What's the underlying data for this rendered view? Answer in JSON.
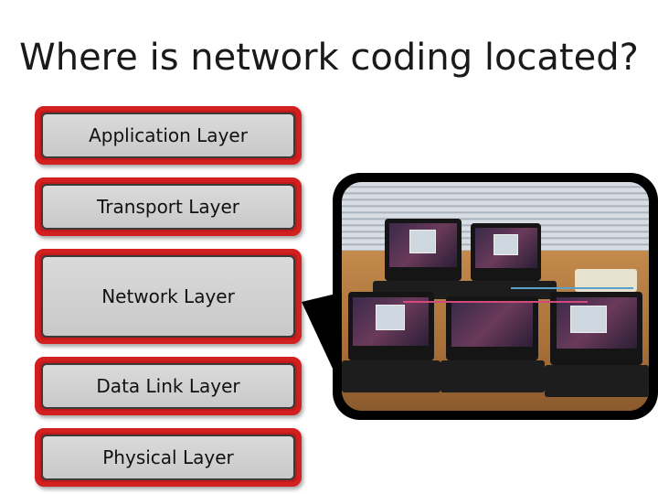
{
  "slide": {
    "title": "Where is network coding located?",
    "layers": [
      {
        "label": "Application Layer"
      },
      {
        "label": "Transport Layer"
      },
      {
        "label": "Network Layer"
      },
      {
        "label": "Data Link Layer"
      },
      {
        "label": "Physical Layer"
      }
    ],
    "photo_alt": "laptops on desk running network coding"
  },
  "colors": {
    "layer_border": "#d21f1f",
    "layer_fill": "#d0d0d0",
    "callout": "#000000"
  }
}
